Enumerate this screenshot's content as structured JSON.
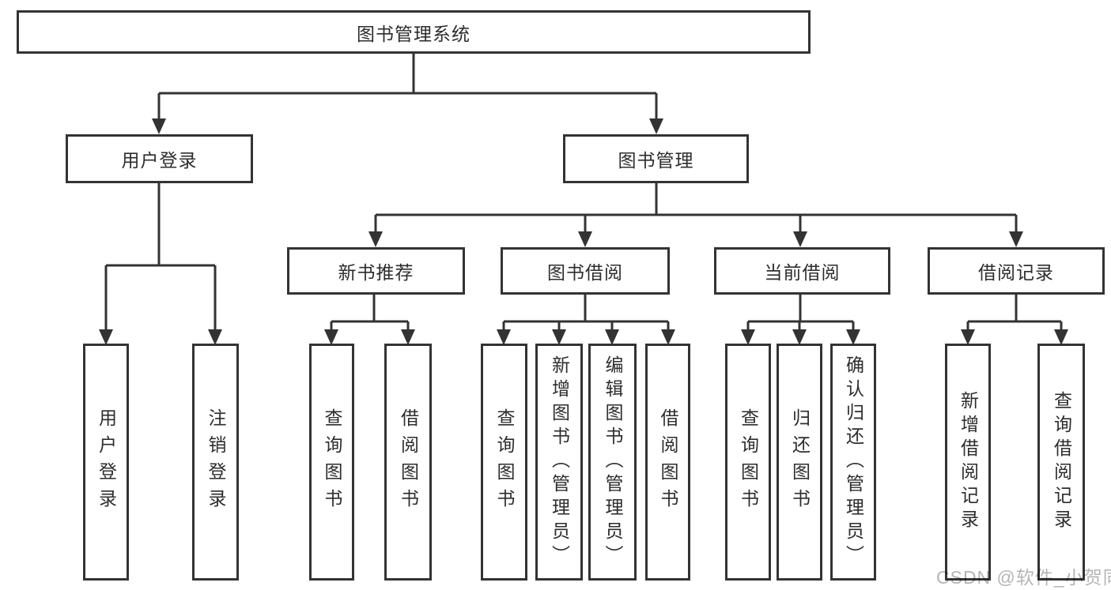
{
  "diagram": {
    "colors": {
      "line": "#333333",
      "box_border": "#333333",
      "text": "#2d2d2d",
      "background": "#ffffff",
      "watermark": "#b5b5b5"
    },
    "root": {
      "label": "图书管理系统"
    },
    "branches": [
      {
        "label": "用户登录",
        "children": [
          {
            "label": "用户登录"
          },
          {
            "label": "注销登录"
          }
        ]
      },
      {
        "label": "图书管理",
        "children": [
          {
            "label": "新书推荐",
            "children": [
              {
                "label": "查询图书"
              },
              {
                "label": "借阅图书"
              }
            ]
          },
          {
            "label": "图书借阅",
            "children": [
              {
                "label": "查询图书"
              },
              {
                "label": "新增图书（管理员）"
              },
              {
                "label": "编辑图书（管理员）"
              },
              {
                "label": "借阅图书"
              }
            ]
          },
          {
            "label": "当前借阅",
            "children": [
              {
                "label": "查询图书"
              },
              {
                "label": "归还图书"
              },
              {
                "label": "确认归还（管理员）"
              }
            ]
          },
          {
            "label": "借阅记录",
            "children": [
              {
                "label": "新增借阅记录"
              },
              {
                "label": "查询借阅记录"
              }
            ]
          }
        ]
      }
    ],
    "watermark": "CSDN @软件_小贺同学"
  }
}
